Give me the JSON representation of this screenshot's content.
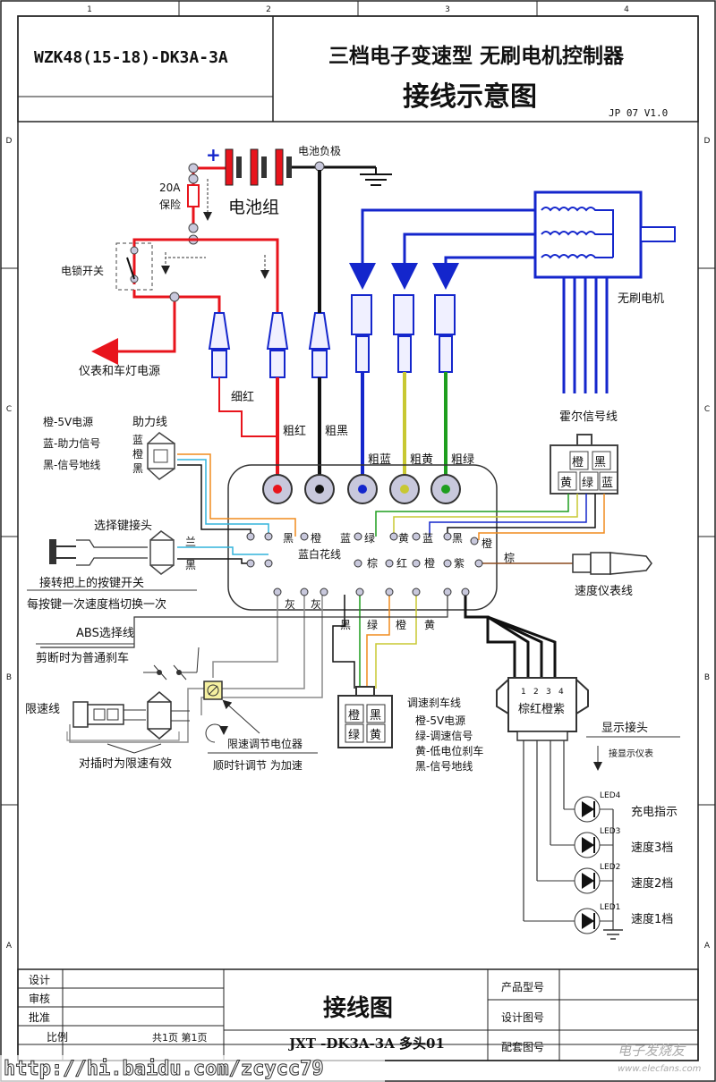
{
  "title_block": {
    "model": "WZK48(15-18)-DK3A-3A",
    "title_line1": "三档电子变速型  无刷电机控制器",
    "title_line2": "接线示意图",
    "version": "JP 07 V1.0"
  },
  "frame": {
    "col_marks": [
      "1",
      "2",
      "3",
      "4"
    ],
    "row_marks": [
      "D",
      "C",
      "B",
      "A"
    ]
  },
  "battery": {
    "plus": "+",
    "neg_label": "电池负极",
    "pack_label": "电池组",
    "fuse_label1": "20A",
    "fuse_label2": "保险"
  },
  "left_top": {
    "lock_switch": "电锁开关",
    "lamp_power": "仪表和车灯电源",
    "thin_red": "细红"
  },
  "wire_labels": {
    "thick_red": "粗红",
    "thick_black": "粗黑",
    "thick_blue": "粗蓝",
    "thick_yellow": "粗黄",
    "thick_green": "粗绿"
  },
  "motor": {
    "label": "无刷电机",
    "hall_label": "霍尔信号线",
    "hall_pins": [
      "橙",
      "黑",
      "黄",
      "绿",
      "蓝"
    ]
  },
  "assist": {
    "title": "助力线",
    "desc": [
      "橙-5V电源",
      "蓝-助力信号",
      "黑-信号地线"
    ],
    "pins": [
      "蓝",
      "橙",
      "黑"
    ]
  },
  "selector": {
    "title": "选择键接头",
    "pins": [
      "兰",
      "黑"
    ],
    "note1": "接转把上的按键开关",
    "note2": "每按键一次速度档切换一次"
  },
  "controller_pins": {
    "row1": [
      "黑",
      "橙",
      "蓝",
      "绿",
      "黄",
      "蓝",
      "黑",
      "橙"
    ],
    "row1_note": "蓝白花线",
    "row2": [
      "棕",
      "红",
      "橙",
      "紫"
    ],
    "row2_right": "棕",
    "row3": [
      "灰",
      "灰"
    ],
    "below": [
      "黑",
      "绿",
      "橙",
      "黄"
    ]
  },
  "speedometer": {
    "label": "速度仪表线"
  },
  "abs": {
    "title": "ABS选择线",
    "note": "剪断时为普通刹车"
  },
  "limit": {
    "title": "限速线",
    "note": "对插时为限速有效",
    "pot_label": "限速调节电位器",
    "pot_note": "顺时针调节 为加速"
  },
  "throttle": {
    "title": "调速刹车线",
    "pins": [
      "橙",
      "黑",
      "绿",
      "黄"
    ],
    "desc": [
      "橙-5V电源",
      "绿-调速信号",
      "黄-低电位刹车",
      "黑-信号地线"
    ]
  },
  "display": {
    "connector_text": "棕红橙紫",
    "pin_numbers": [
      "1",
      "2",
      "3",
      "4"
    ],
    "title": "显示接头",
    "note": "接显示仪表",
    "leds": [
      {
        "id": "LED4",
        "label": "充电指示"
      },
      {
        "id": "LED3",
        "label": "速度3档"
      },
      {
        "id": "LED2",
        "label": "速度2档"
      },
      {
        "id": "LED1",
        "label": "速度1档"
      }
    ]
  },
  "footer": {
    "rows": [
      "设计",
      "审核",
      "批准"
    ],
    "drawing_name": "接线图",
    "drawing_code": "JXT -DK3A-3A 多头01",
    "fields": [
      "产品型号",
      "设计图号",
      "配套图号"
    ],
    "page_info": "共1页 第1页",
    "scale_label": "比例"
  },
  "watermarks": {
    "url": "http://hi.baidu.com/zcycc79",
    "site": "www.elecfans.com",
    "brand": "电子发烧友"
  },
  "colors": {
    "red": "#e8141c",
    "black": "#111111",
    "blue": "#1426cc",
    "yellow": "#c8c832",
    "green": "#1e9e1e",
    "orange": "#f08c1e",
    "cyan": "#32b4dc",
    "brown": "#8c4a1e",
    "purple": "#8c3cc8",
    "gray": "#8c8c8c",
    "pin_gray": "#c8c8dc"
  }
}
